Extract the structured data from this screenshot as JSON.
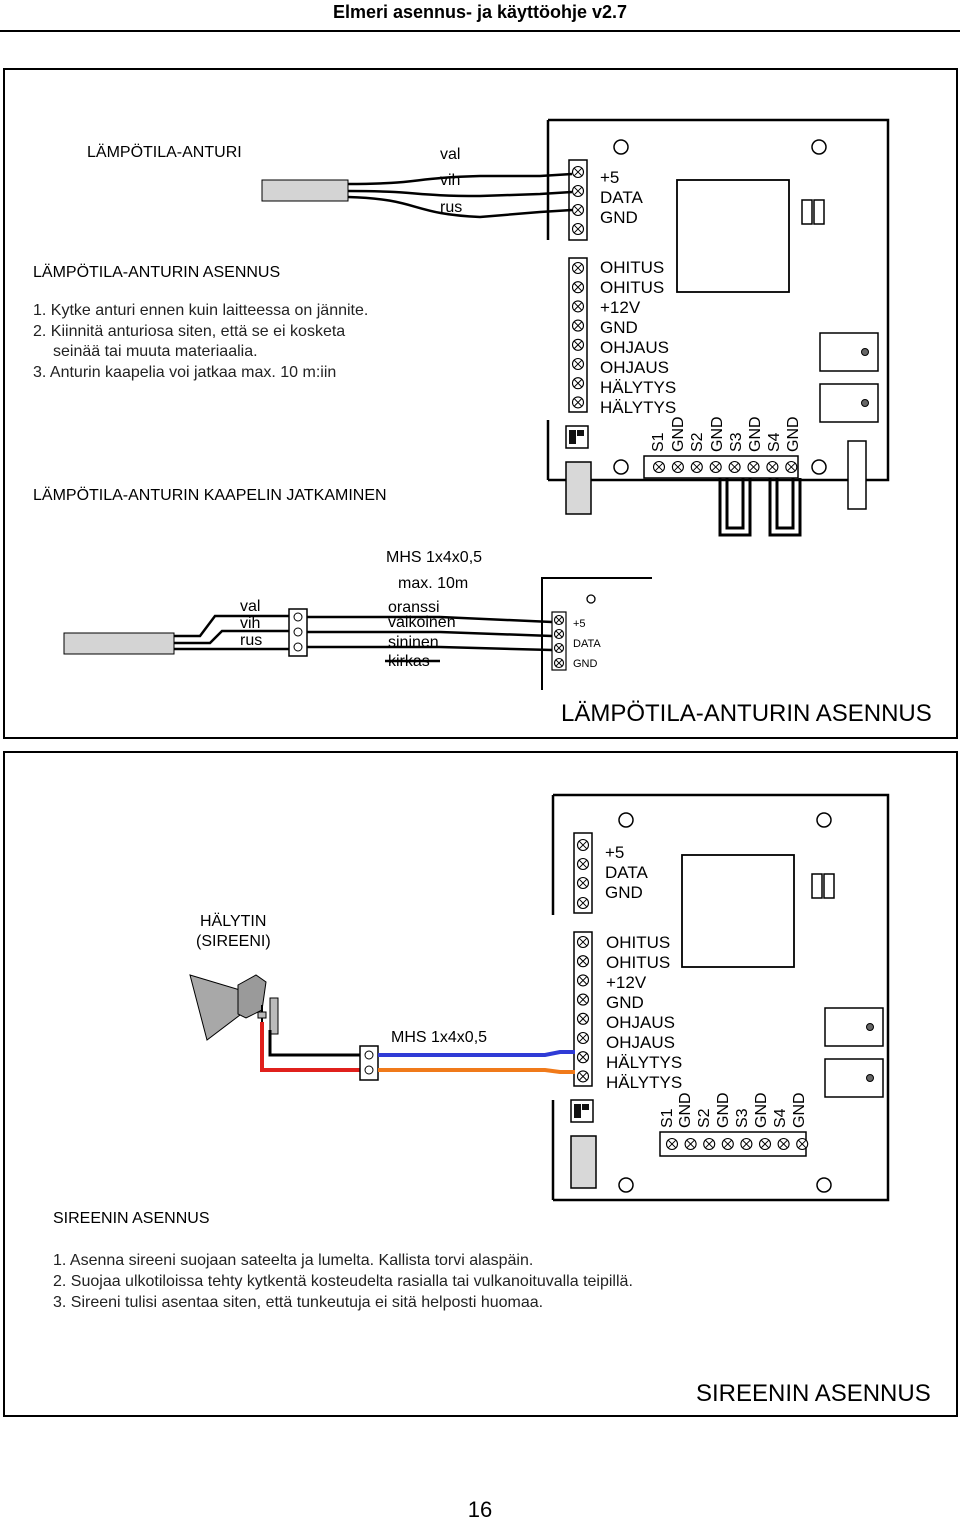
{
  "header": {
    "title": "Elmeri asennus- ja käyttöohje  v2.7"
  },
  "panel1": {
    "sensor_label": "LÄMPÖTILA-ANTURI",
    "wires": [
      "val",
      "vih",
      "rus"
    ],
    "conn_small": [
      "+5",
      "DATA",
      "GND"
    ],
    "conn_main": [
      "OHITUS",
      "OHITUS",
      "+12V",
      "GND",
      "OHJAUS",
      "OHJAUS",
      "HÄLYTYS",
      "HÄLYTYS"
    ],
    "bottom_terms": [
      "S1",
      "GND",
      "S2",
      "GND",
      "S3",
      "GND",
      "S4",
      "GND"
    ],
    "install_title": "LÄMPÖTILA-ANTURIN ASENNUS",
    "install_steps": [
      "1. Kytke anturi ennen kuin laitteessa on jännite.",
      "2. Kiinnitä anturiosa siten, että se ei kosketa",
      "seinää tai muuta materiaalia.",
      "3. Anturin kaapelia voi jatkaa max. 10 m:iin"
    ],
    "ext_title": "LÄMPÖTILA-ANTURIN KAAPELIN JATKAMINEN",
    "cable_type": "MHS 1x4x0,5",
    "cable_max": "max. 10m",
    "ext_wires_left": [
      "val",
      "vih",
      "rus"
    ],
    "ext_wires_right": [
      "oranssi",
      "valkoinen",
      "sininen",
      "kirkas"
    ],
    "ext_conn": [
      "+5",
      "DATA",
      "GND"
    ],
    "caption": "LÄMPÖTILA-ANTURIN ASENNUS"
  },
  "panel2": {
    "siren_label_1": "HÄLYTIN",
    "siren_label_2": "(SIREENI)",
    "cable_type": "MHS 1x4x0,5",
    "conn_small": [
      "+5",
      "DATA",
      "GND"
    ],
    "conn_main": [
      "OHITUS",
      "OHITUS",
      "+12V",
      "GND",
      "OHJAUS",
      "OHJAUS",
      "HÄLYTYS",
      "HÄLYTYS"
    ],
    "bottom_terms": [
      "S1",
      "GND",
      "S2",
      "GND",
      "S3",
      "GND",
      "S4",
      "GND"
    ],
    "install_title": "SIREENIN ASENNUS",
    "install_steps": [
      "1. Asenna sireeni suojaan sateelta ja lumelta. Kallista torvi alaspäin.",
      "2. Suojaa ulkotiloissa tehty kytkentä kosteudelta rasialla tai vulkanoituvalla teipillä.",
      "3. Sireeni tulisi asentaa siten, että tunkeutuja ei sitä helposti huomaa."
    ],
    "caption": "SIREENIN ASENNUS",
    "wire_colors": {
      "red": "#e0201c",
      "blue": "#2f3bd6",
      "orange": "#f07a1a"
    }
  },
  "footer": {
    "page_number": "16"
  }
}
